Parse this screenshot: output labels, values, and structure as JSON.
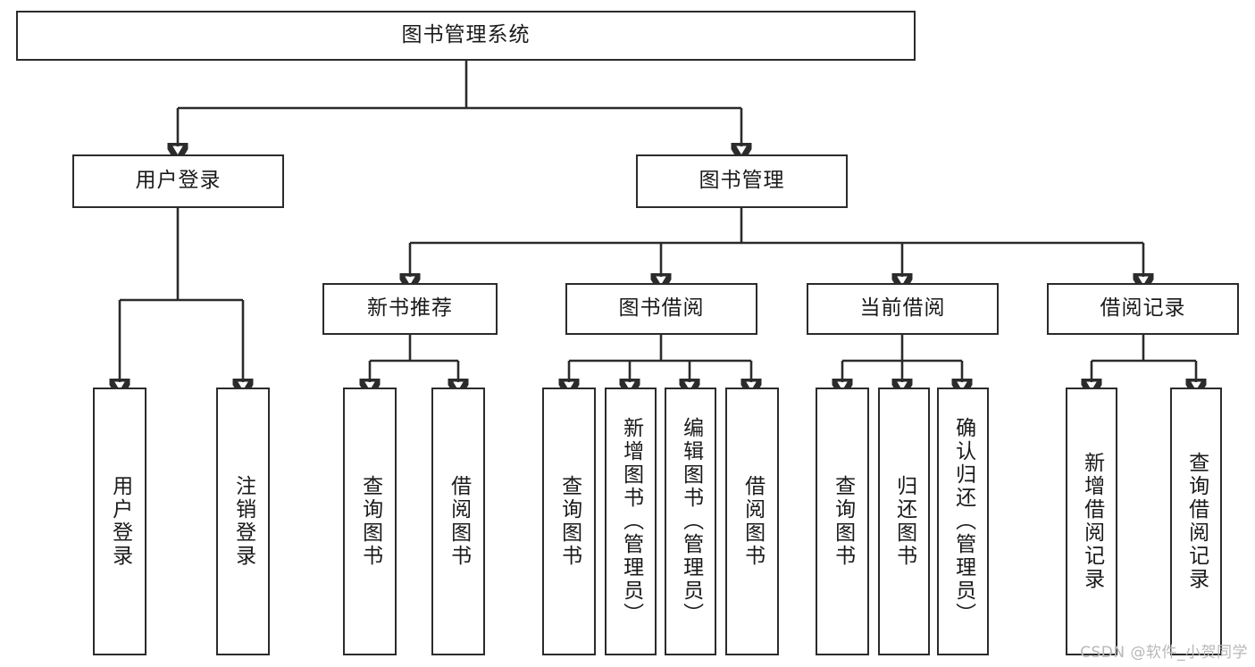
{
  "diagram": {
    "title": "图书管理系统",
    "type": "tree",
    "watermark": "CSDN @软件_小贺同学",
    "colors": {
      "stroke": "#2b2b2b",
      "fill": "#ffffff",
      "text": "#1a1a1a",
      "watermark": "#b8b8b8"
    },
    "nodes": {
      "root": {
        "label": "图书管理系统",
        "orientation": "horizontal"
      },
      "user_login": {
        "label": "用户登录",
        "orientation": "horizontal"
      },
      "book_manage": {
        "label": "图书管理",
        "orientation": "horizontal"
      },
      "new_book_rec": {
        "label": "新书推荐",
        "orientation": "horizontal"
      },
      "book_borrow": {
        "label": "图书借阅",
        "orientation": "horizontal"
      },
      "current_borrow": {
        "label": "当前借阅",
        "orientation": "horizontal"
      },
      "borrow_record": {
        "label": "借阅记录",
        "orientation": "horizontal"
      },
      "leaf_user_login": {
        "label": "用户登录",
        "orientation": "vertical"
      },
      "leaf_logout": {
        "label": "注销登录",
        "orientation": "vertical"
      },
      "leaf_query_book_1": {
        "label": "查询图书",
        "orientation": "vertical"
      },
      "leaf_borrow_book_1": {
        "label": "借阅图书",
        "orientation": "vertical"
      },
      "leaf_query_book_2": {
        "label": "查询图书",
        "orientation": "vertical"
      },
      "leaf_add_book": {
        "label": "新增图书（管理员）",
        "orientation": "vertical"
      },
      "leaf_edit_book": {
        "label": "编辑图书（管理员）",
        "orientation": "vertical"
      },
      "leaf_borrow_book_2": {
        "label": "借阅图书",
        "orientation": "vertical"
      },
      "leaf_query_book_3": {
        "label": "查询图书",
        "orientation": "vertical"
      },
      "leaf_return_book": {
        "label": "归还图书",
        "orientation": "vertical"
      },
      "leaf_confirm_return": {
        "label": "确认归还（管理员）",
        "orientation": "vertical"
      },
      "leaf_add_record": {
        "label": "新增借阅记录",
        "orientation": "vertical"
      },
      "leaf_query_record": {
        "label": "查询借阅记录",
        "orientation": "vertical"
      }
    }
  }
}
